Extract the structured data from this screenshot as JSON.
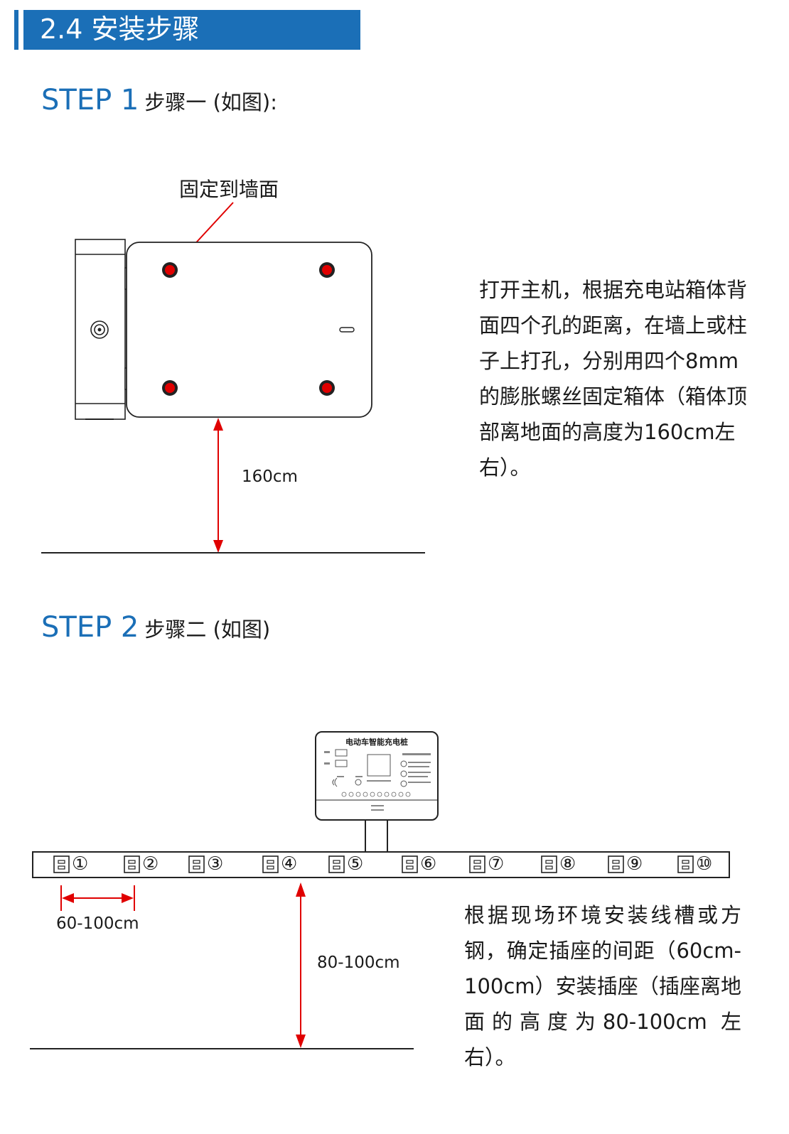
{
  "section_title": "2.4 安装步骤",
  "step1": {
    "heading_num": "STEP 1",
    "heading_cn": "步骤一 (如图):",
    "callout": "固定到墙面",
    "height_label": "160cm",
    "description": "打开主机，根据充电站箱体背面四个孔的距离，在墙上或柱子上打孔，分别用四个8mm的膨胀螺丝固定箱体（箱体顶部离地面的高度为160cm左右）。"
  },
  "step2": {
    "heading_num": "STEP 2",
    "heading_cn": "步骤二 (如图)",
    "panel_title": "电动车智能充电桩",
    "spacing_label": "60-100cm",
    "height_label": "80-100cm",
    "sockets": [
      "①",
      "②",
      "③",
      "④",
      "⑤",
      "⑥",
      "⑦",
      "⑧",
      "⑨",
      "⑩"
    ],
    "description": "根据现场环境安装线槽或方钢，确定插座的间距（60cm-100cm）安装插座（插座离地面的高度为80-100cm 左右）。"
  },
  "colors": {
    "accent": "#1b6fb7",
    "marker": "#e00000",
    "line": "#222222"
  }
}
